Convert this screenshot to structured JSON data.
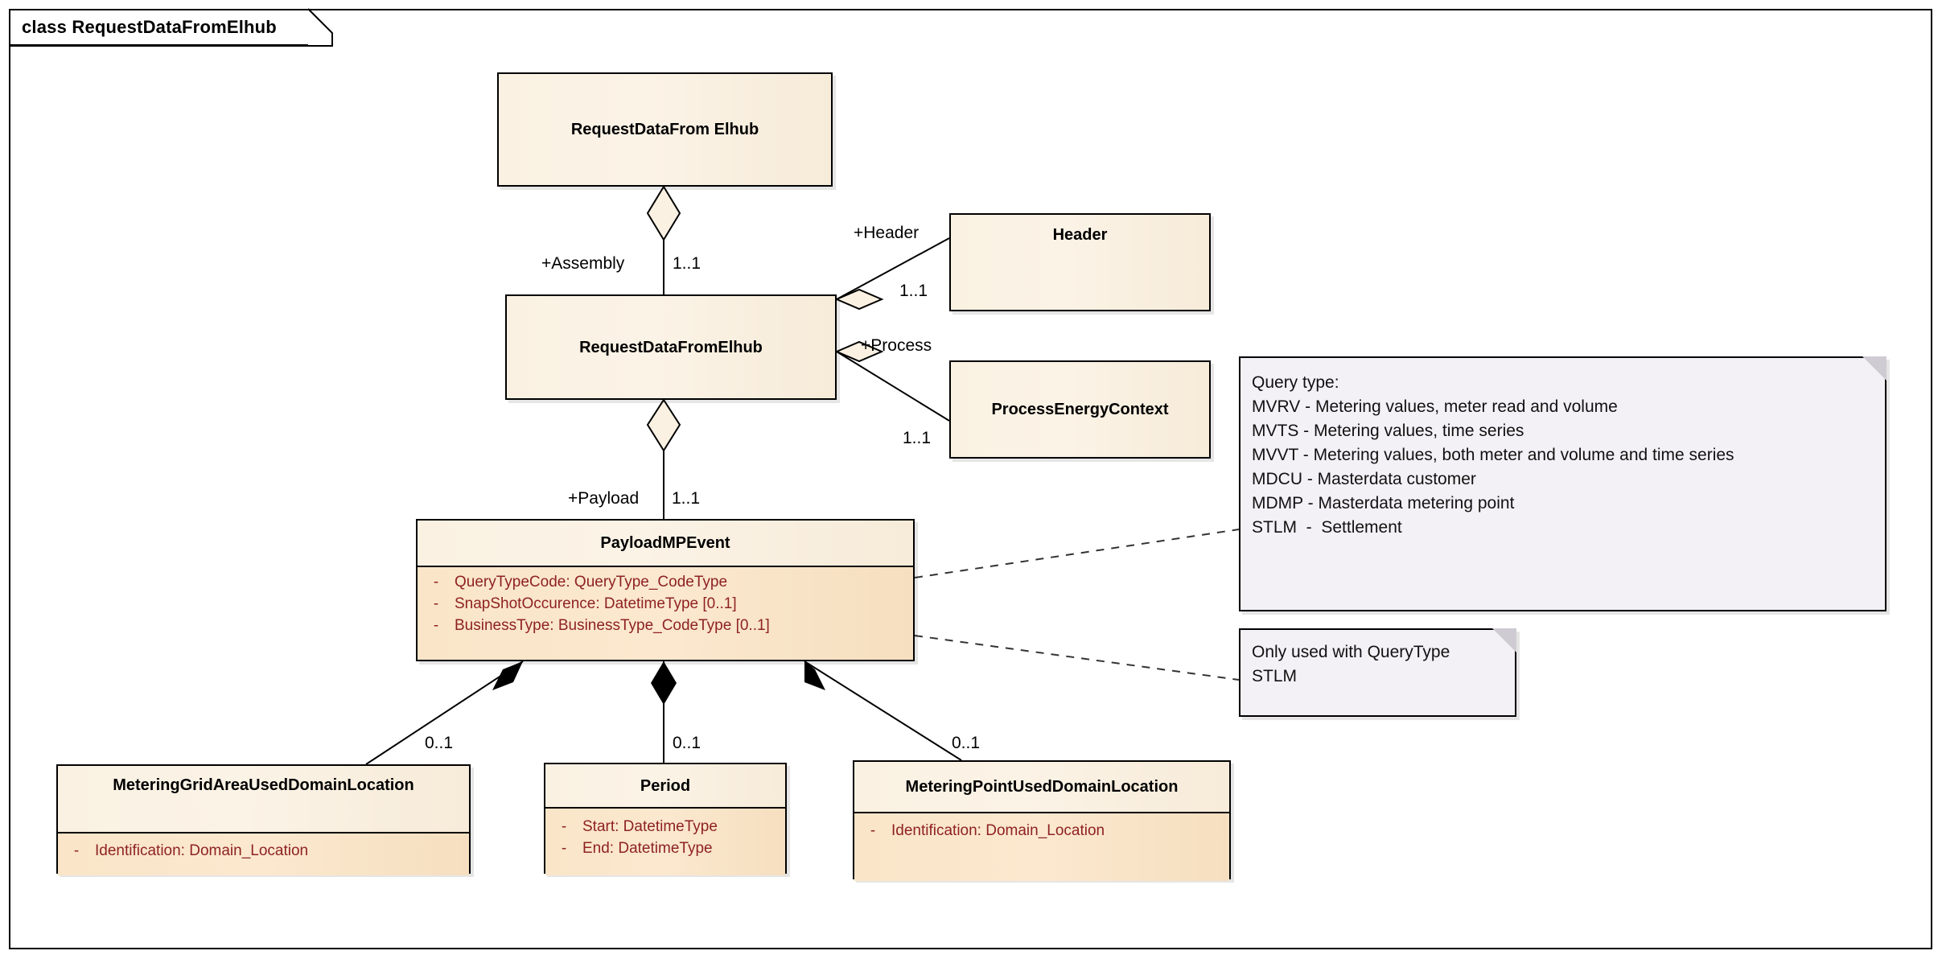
{
  "frame": {
    "label": "class RequestDataFromElhub"
  },
  "colors": {
    "class_header_fill": "#FAF1E2",
    "class_attr_fill": "#FAE5C8",
    "class_border": "#000000",
    "attribute_text": "#8E2222",
    "note_fill": "#F4F1F6",
    "note_border": "#000000",
    "canvas": "#FFFFFF"
  },
  "classes": [
    {
      "id": "request-data-from-elhub-top",
      "name": "RequestDataFrom Elhub",
      "attributes": []
    },
    {
      "id": "request-data-from-elhub",
      "name": "RequestDataFromElhub",
      "attributes": []
    },
    {
      "id": "header",
      "name": "Header",
      "attributes": []
    },
    {
      "id": "process-energy-context",
      "name": "ProcessEnergyContext",
      "attributes": []
    },
    {
      "id": "payload-mp-event",
      "name": "PayloadMPEvent",
      "attributes": [
        {
          "visibility": "-",
          "text": "QueryTypeCode: QueryType_CodeType"
        },
        {
          "visibility": "-",
          "text": "SnapShotOccurence: DatetimeType [0..1]"
        },
        {
          "visibility": "-",
          "text": "BusinessType: BusinessType_CodeType [0..1]"
        }
      ]
    },
    {
      "id": "metering-grid-area-used-domain-location",
      "name": "MeteringGridAreaUsedDomainLocation",
      "attributes": [
        {
          "visibility": "-",
          "text": "Identification: Domain_Location"
        }
      ]
    },
    {
      "id": "period",
      "name": "Period",
      "attributes": [
        {
          "visibility": "-",
          "text": "Start: DatetimeType"
        },
        {
          "visibility": "-",
          "text": "End: DatetimeType"
        }
      ]
    },
    {
      "id": "metering-point-used-domain-location",
      "name": "MeteringPointUsedDomainLocation",
      "attributes": [
        {
          "visibility": "-",
          "text": "Identification: Domain_Location"
        }
      ]
    }
  ],
  "relationships": [
    {
      "id": "assembly",
      "role": "+Assembly",
      "multiplicity": "1..1",
      "type": "aggregation"
    },
    {
      "id": "header",
      "role": "+Header",
      "multiplicity": "1..1",
      "type": "aggregation"
    },
    {
      "id": "process",
      "role": "+Process",
      "multiplicity": "1..1",
      "type": "aggregation"
    },
    {
      "id": "payload",
      "role": "+Payload",
      "multiplicity": "1..1",
      "type": "aggregation"
    },
    {
      "id": "grid-area",
      "role": "",
      "multiplicity": "0..1",
      "type": "composition"
    },
    {
      "id": "period",
      "role": "",
      "multiplicity": "0..1",
      "type": "composition"
    },
    {
      "id": "mp-loc",
      "role": "",
      "multiplicity": "0..1",
      "type": "composition"
    }
  ],
  "notes": [
    {
      "id": "query-type-note",
      "lines": [
        "Query type:",
        "MVRV - Metering values, meter read and volume",
        "MVTS - Metering values, time series",
        "MVVT - Metering values, both meter and volume and time series",
        "MDCU - Masterdata customer",
        "MDMP - Masterdata metering point",
        "STLM  -  Settlement"
      ]
    },
    {
      "id": "business-type-note",
      "lines": [
        "Only used with QueryType",
        "STLM"
      ]
    }
  ]
}
